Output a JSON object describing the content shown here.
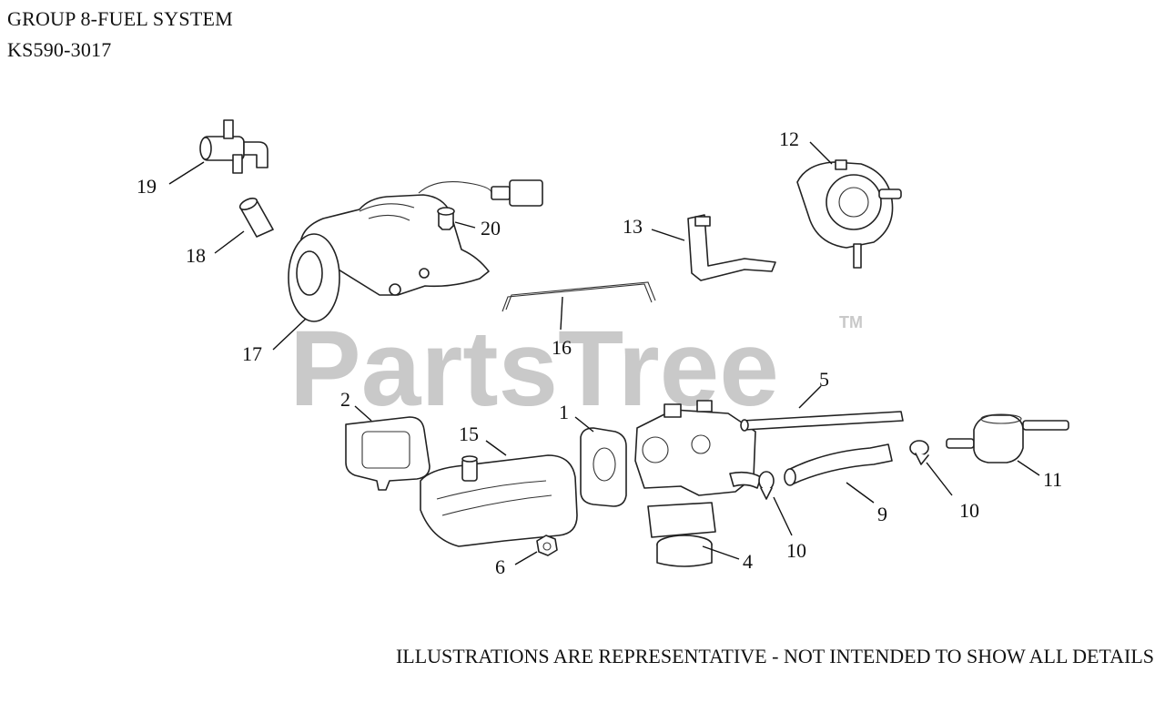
{
  "header": {
    "title": "GROUP 8-FUEL SYSTEM",
    "model": "KS590-3017"
  },
  "watermark": {
    "text": "PartsTree",
    "tm": "TM"
  },
  "footer": {
    "disclaimer": "ILLUSTRATIONS ARE REPRESENTATIVE - NOT INTENDED TO SHOW ALL DETAILS"
  },
  "callouts": {
    "c1": "1",
    "c2": "2",
    "c4": "4",
    "c5": "5",
    "c6": "6",
    "c9": "9",
    "c10a": "10",
    "c10b": "10",
    "c11": "11",
    "c12": "12",
    "c13": "13",
    "c15": "15",
    "c16": "16",
    "c17": "17",
    "c18": "18",
    "c19": "19",
    "c20": "20"
  }
}
